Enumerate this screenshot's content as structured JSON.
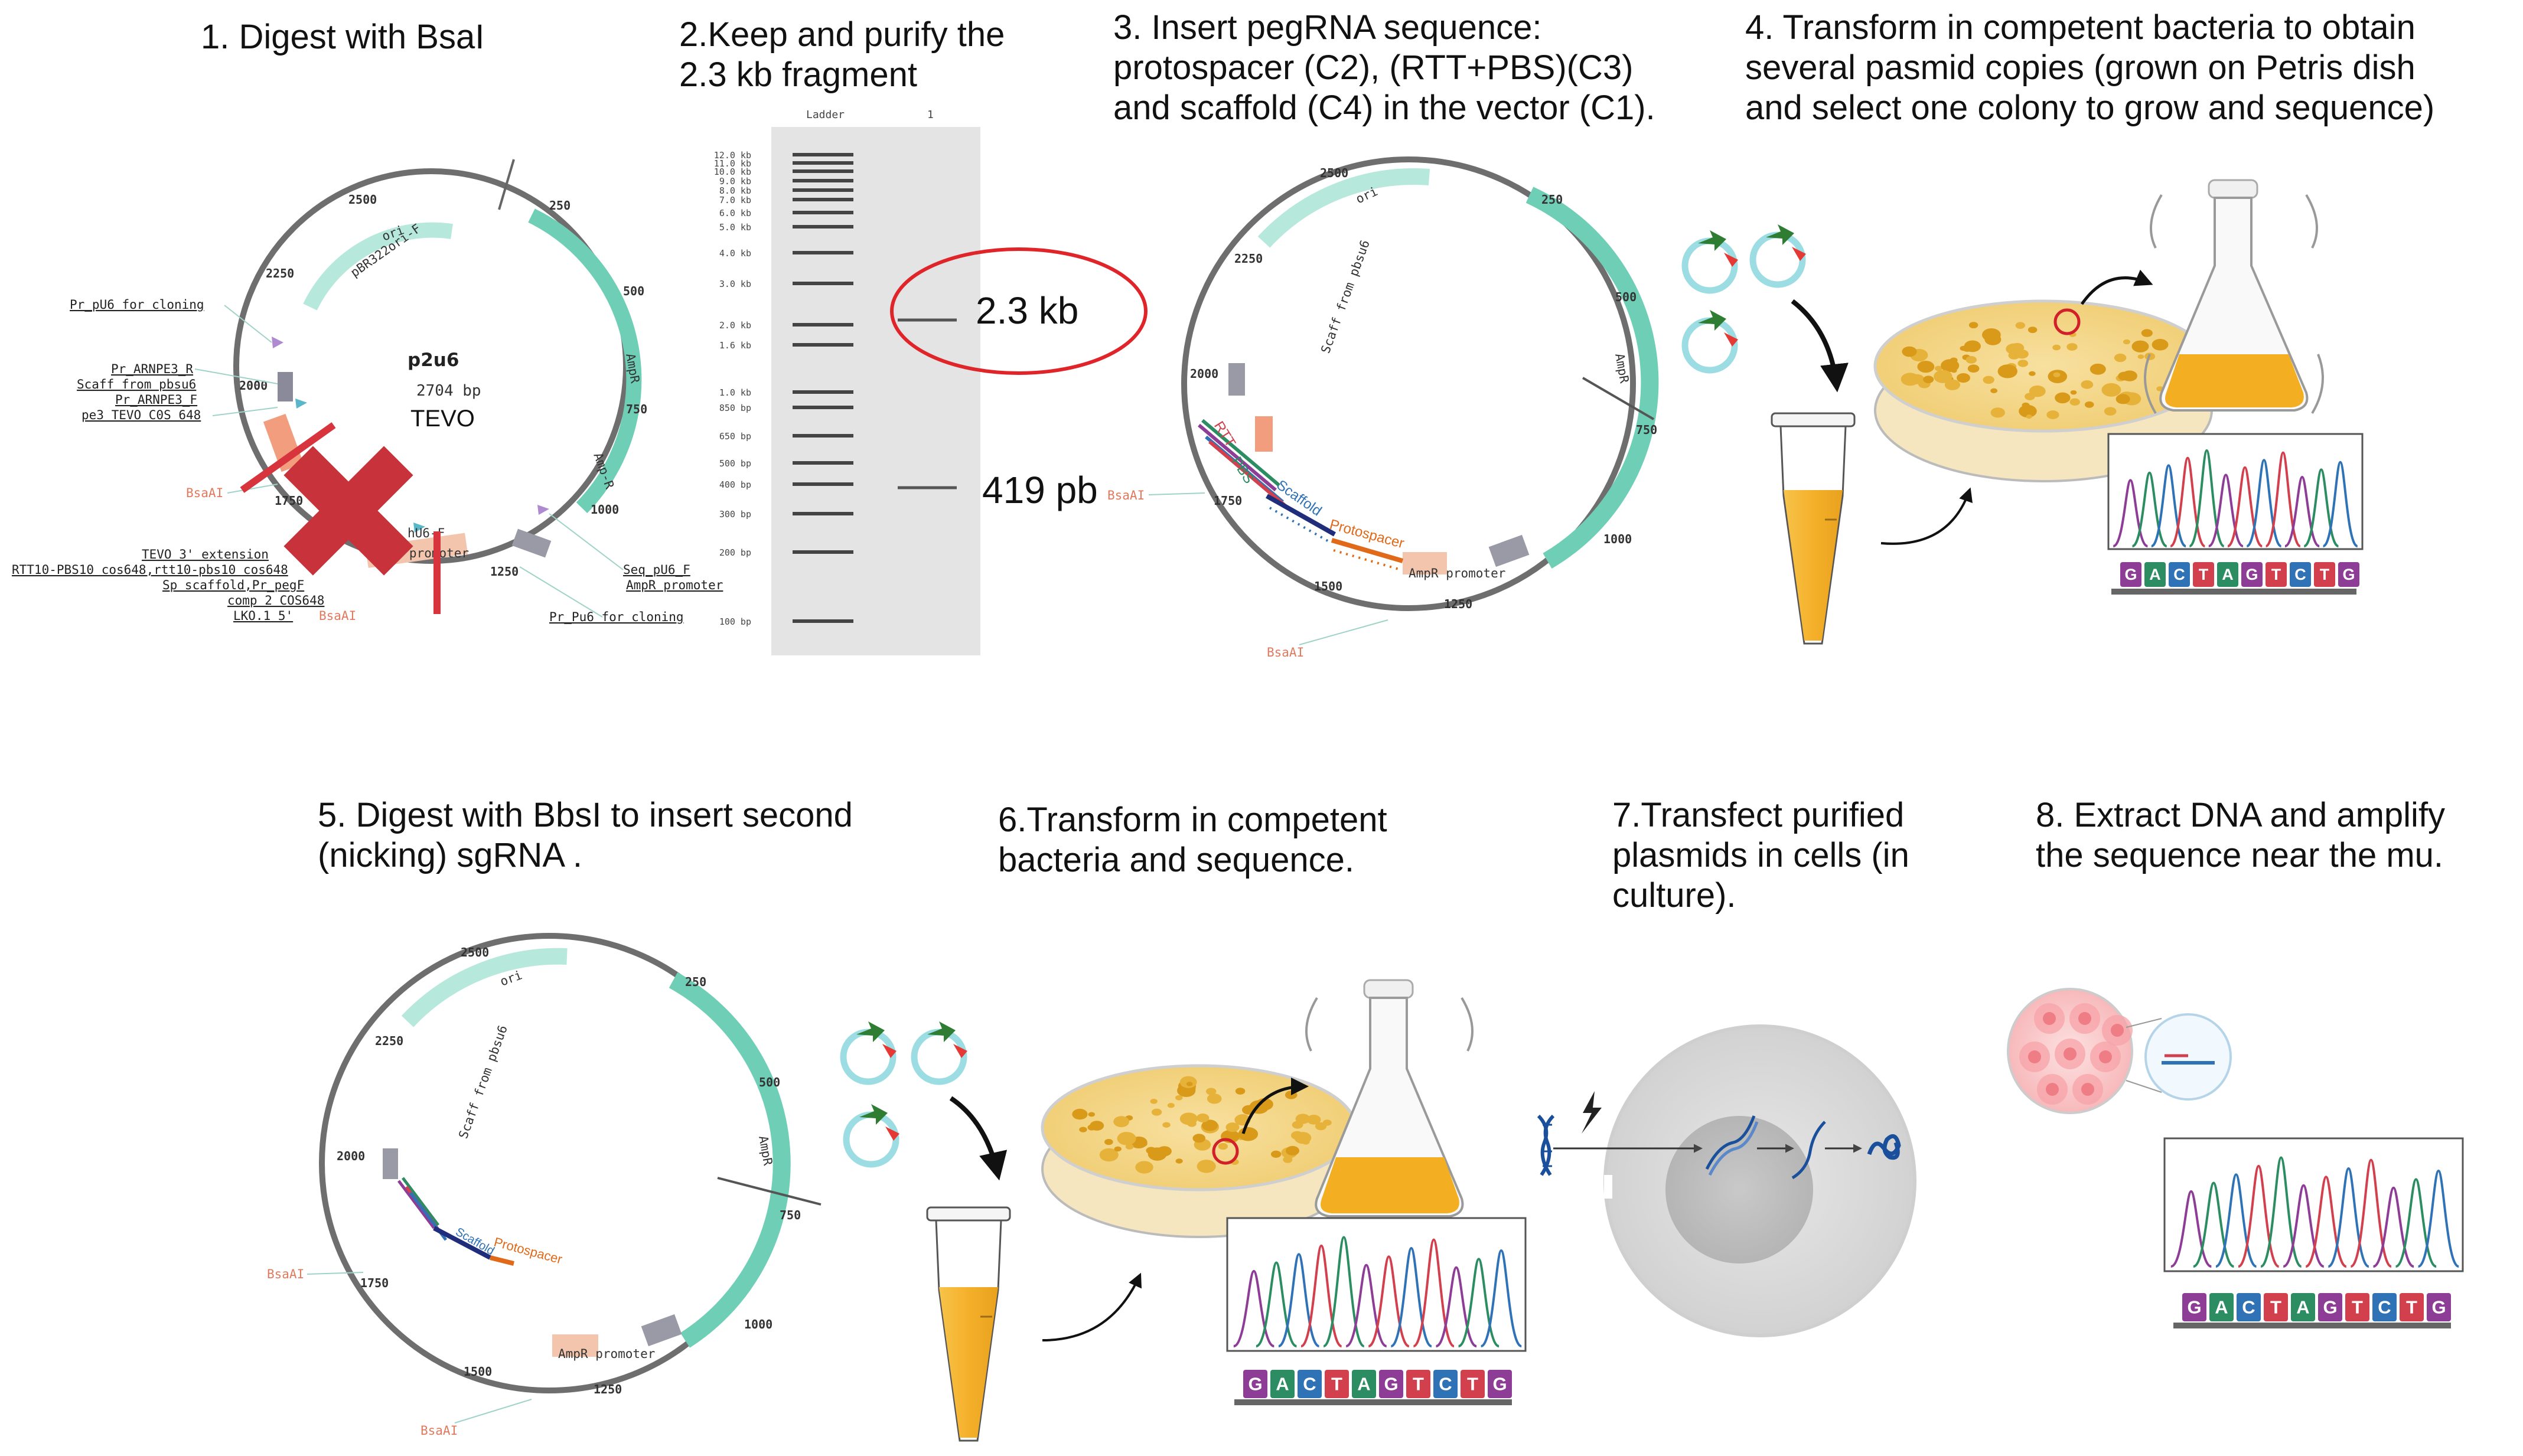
{
  "steps": {
    "s1": "1.  Digest with BsaI",
    "s2": [
      "2.Keep and purify the",
      "2.3 kb fragment"
    ],
    "s3": [
      "3.      Insert      pegRNA      sequence:",
      "protospacer      (C2),      (RTT+PBS)(C3)",
      "and scaffold  (C4) in the vector (C1)."
    ],
    "s4": [
      "4. Transform in competent bacteria to obtain",
      "several pasmid copies (grown on Petris dish",
      "and select one colony to grow and sequence)"
    ],
    "s5": [
      "5.  Digest with BbsI to insert  second",
      "(nicking)  sgRNA ."
    ],
    "s6": [
      "6.Transform      in      competent",
      "bacteria and sequence."
    ],
    "s7": [
      "7.Transfect      purified",
      "plasmids in cells (in",
      "culture)."
    ],
    "s8": [
      "8. Extract DNA and amplify",
      "the sequence near the mu."
    ]
  },
  "plasmid1": {
    "name": "p2u6",
    "size": "2704 bp",
    "label": "TEVO",
    "ticks": [
      "250",
      "500",
      "750",
      "1000",
      "1250",
      "1750",
      "2000",
      "2250",
      "2500"
    ],
    "features": {
      "ori": "ori",
      "pbr322": "pBR322ori-F",
      "ampr": "AmpR",
      "ampr_r": "Amp-R",
      "u6": "U6 promoter",
      "hu6": "hU6-F"
    },
    "left_labels": [
      "Pr_pU6 for cloning",
      "Pr_ARNPE3_R",
      "Scaff from pbsu6",
      "Pr_ARNPE3_F",
      "pe3 TEVO C0S 648"
    ],
    "bsaai": "BsaAI",
    "bottom_labels": [
      "TEVO 3' extension",
      "RTT10-PBS10 cos648,rtt10-pbs10 cos648",
      "Sp scaffold,Pr_pegF",
      "comp 2 COS648",
      "LKO.1 5'"
    ],
    "bsaai2": "BsaAI",
    "right_labels": [
      "Seq_pU6_F",
      "AmpR promoter"
    ],
    "pr_bottom": "Pr_Pu6 for cloning"
  },
  "gel": {
    "ladder_header": "Ladder",
    "lane_header": "1",
    "markers": [
      "12.0 kb",
      "11.0 kb",
      "10.0 kb",
      "9.0 kb",
      "8.0 kb",
      "7.0 kb",
      "6.0 kb",
      "5.0 kb",
      "4.0 kb",
      "3.0 kb",
      "2.0 kb",
      "1.6 kb",
      "1.0 kb",
      "850 bp",
      "650 bp",
      "500 bp",
      "400 bp",
      "300 bp",
      "200 bp",
      "100 bp"
    ],
    "band_large": "2.3 kb",
    "band_small": "419 pb"
  },
  "plasmid2": {
    "ticks": [
      "250",
      "500",
      "750",
      "1000",
      "1250",
      "1500",
      "1750",
      "2000",
      "2250",
      "2500"
    ],
    "ori": "ori",
    "scaff": "Scaff from pbsu6",
    "ampr": "AmpR",
    "ampr_prom": "AmpR promoter",
    "rtt": "RTT",
    "pbs": "PBS",
    "scaffold": "Scaffold",
    "protospacer": "Protospacer",
    "bsaai_left": "BsaAI",
    "bsaai_bottom": "BsaAI"
  },
  "plasmid3": {
    "ticks": [
      "250",
      "500",
      "750",
      "1000",
      "1250",
      "1500",
      "1750",
      "2000",
      "2250",
      "2500"
    ],
    "ori": "ori",
    "scaff": "Scaff from pbsu6",
    "ampr": "AmpR",
    "ampr_prom": "AmpR promoter",
    "protospacer": "Protospacer",
    "scaffold": "Scaffold",
    "bsaai_left": "BsaAI",
    "bsaai_bottom": "BsaAI"
  },
  "sequence": [
    "G",
    "A",
    "C",
    "T",
    "A",
    "G",
    "T",
    "C",
    "T",
    "G"
  ],
  "base_colors": {
    "G": "#8e3d96",
    "A": "#2c8c62",
    "C": "#2f73b6",
    "T": "#d2404e"
  },
  "colors": {
    "red_mark": "#c8323a",
    "teal": "#6fcfb6",
    "light_teal": "#b7e8dc",
    "tube_fill": "#f2b233",
    "plate_fill": "#f0cd72"
  }
}
